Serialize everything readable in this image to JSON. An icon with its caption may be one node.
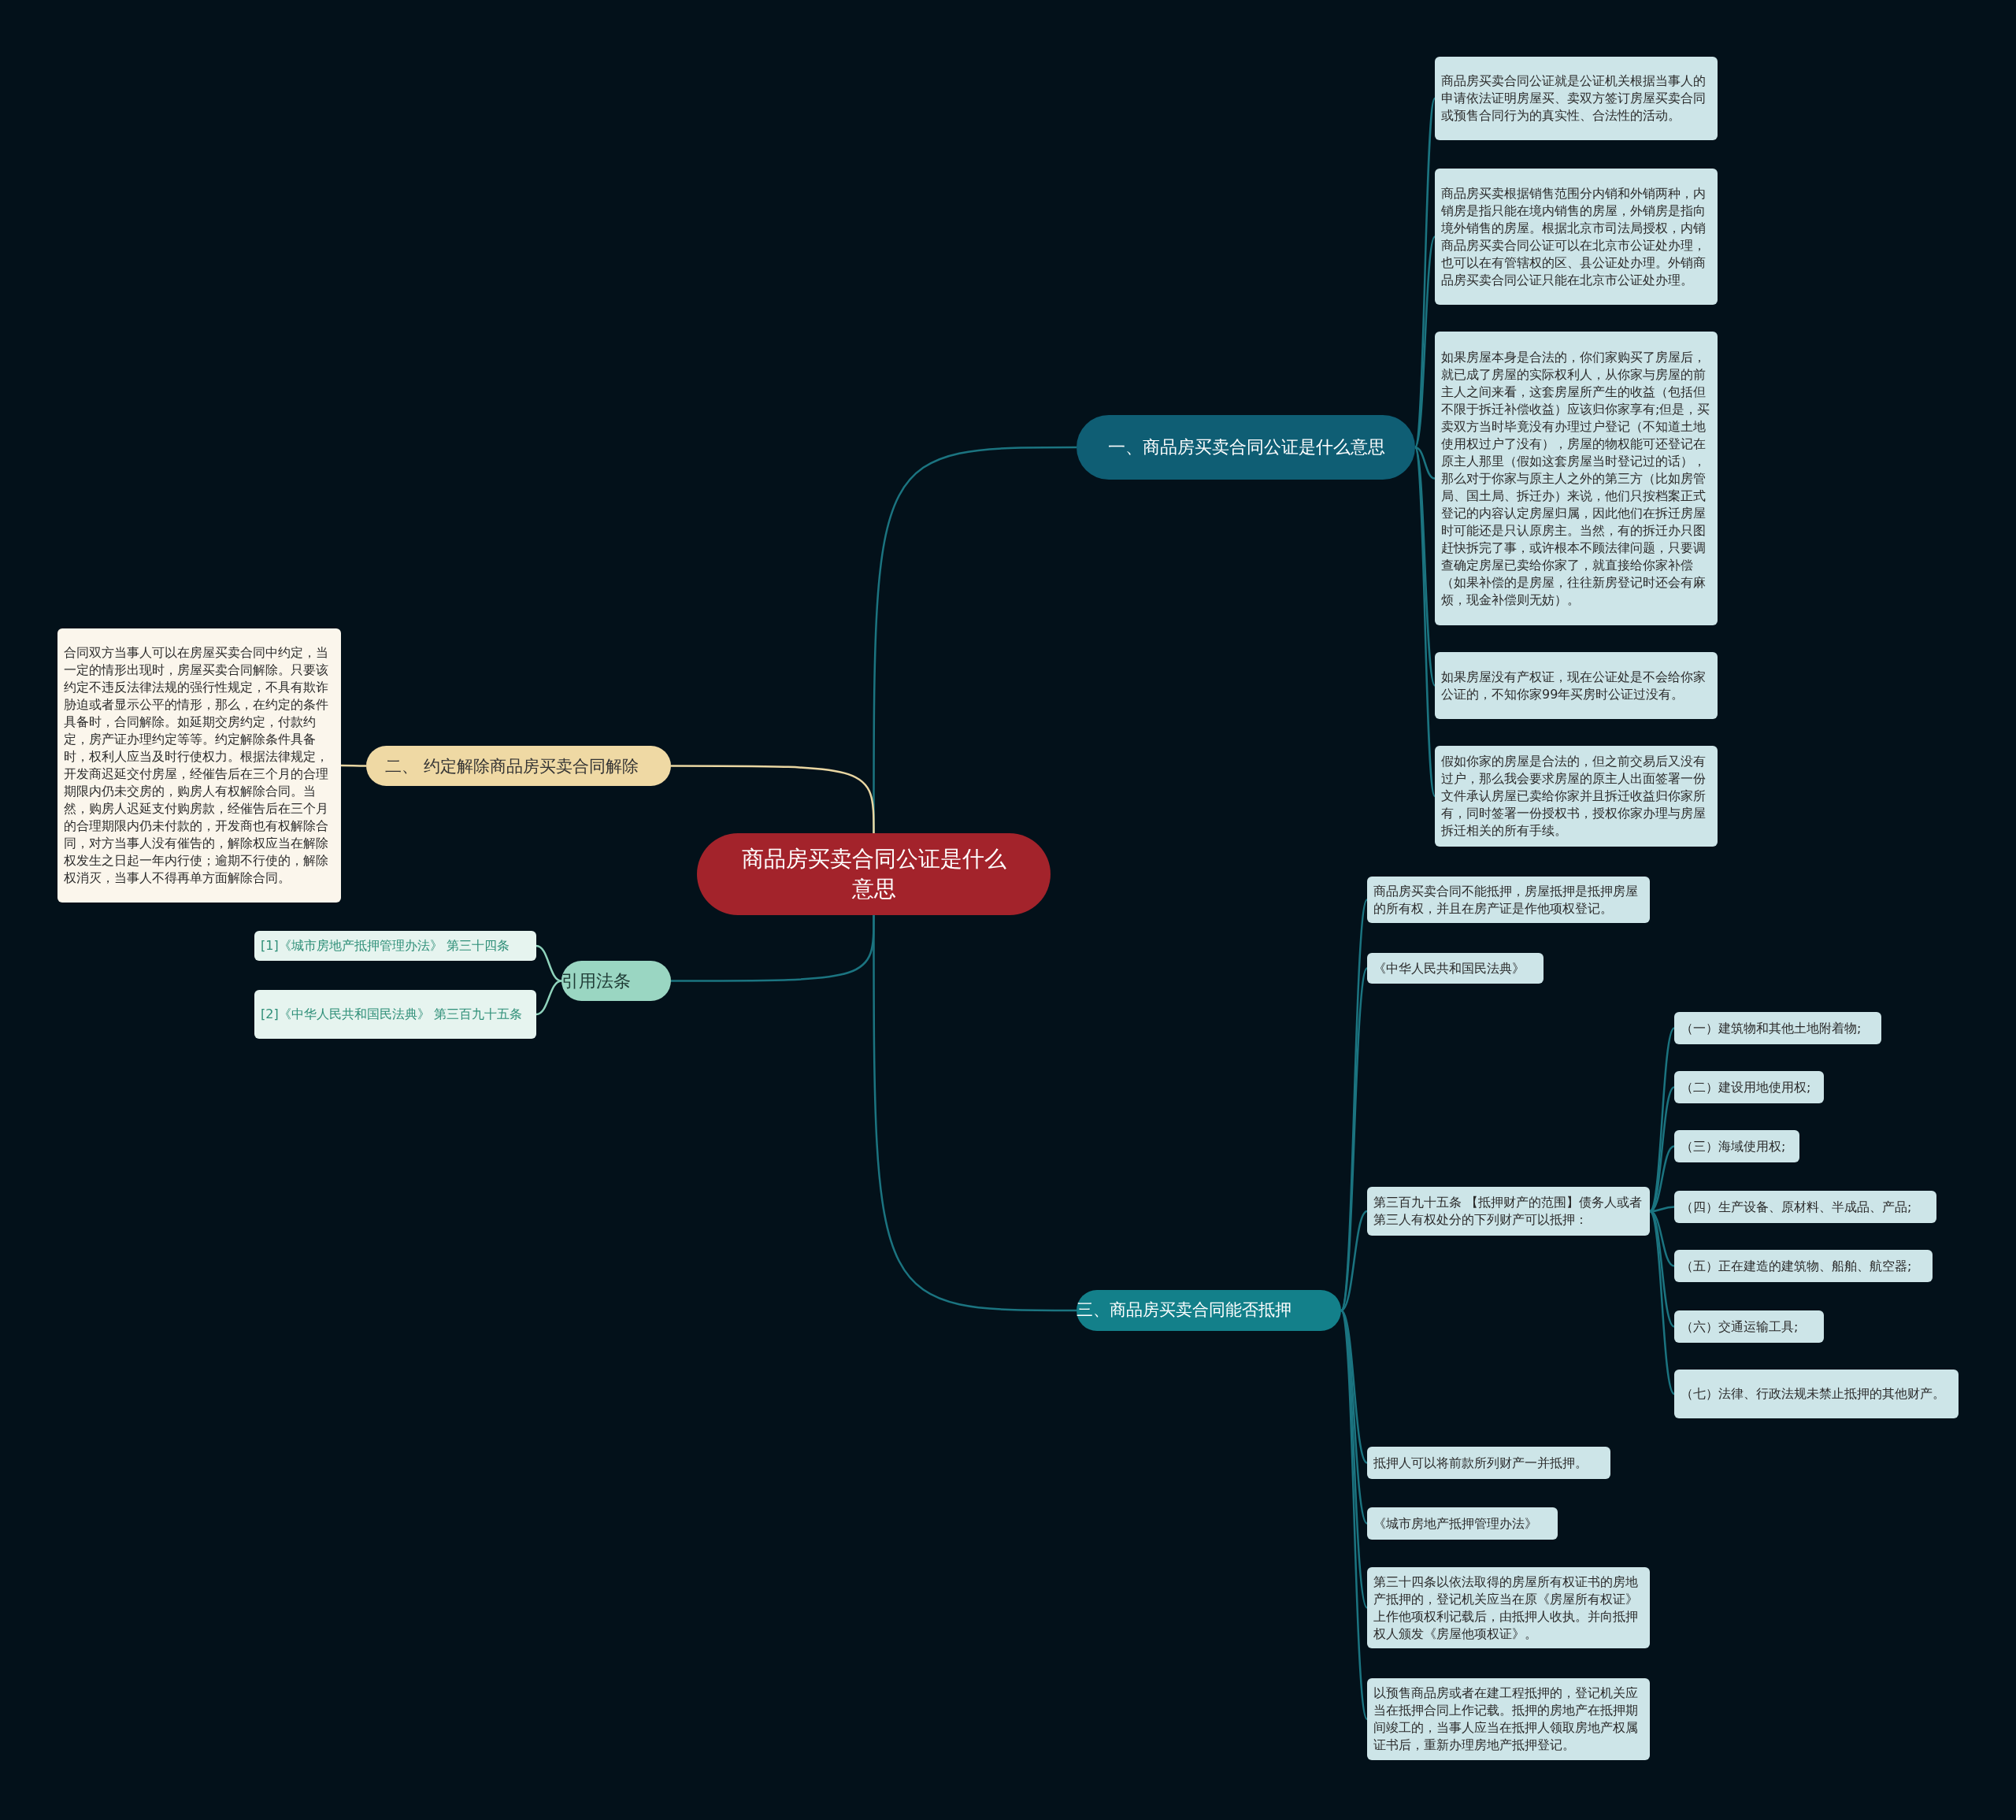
{
  "diagram": {
    "nodes": [
      {
        "text": [
          "商品房买卖合同公证是什么意思"
        ]
      },
      {
        "text": [
          "一、商品房买卖合同公证是什么意思"
        ]
      },
      {
        "text": [
          "商品房买卖合同公证就是公证机关根据当事人的申请依法证明房屋买、卖双方签订房屋买卖合同或预售合同行为的真实性、合法性的活动。"
        ]
      },
      {
        "text": [
          "商品房买卖根据销售范围分内销和外销两种，内销房是指只能在境内销售的房屋，外销房是指向境外销售的房屋。根据北京市司法局授权，内销商品房买卖合同公证可以在北京市公证处办理，也可以在有管辖权的区、县公证处办理。外销商品房买卖合同公证只能在北京市公证处办理。"
        ]
      },
      {
        "text": [
          "如果房屋本身是合法的，你们家购买了房屋后，就已成了房屋的实际权利人，从你家与房屋的前主人之间来看，这套房屋所产生的收益（包括但不限于拆迁补偿收益）应该归你家享有;但是，买卖双方当时毕竟没有办理过户登记（不知道土地使用权过户了没有），房屋的物权能可还登记在原主人那里（假如这套房屋当时登记过的话），那么对于你家与原主人之外的第三方（比如房管局、国土局、拆迁办）来说，他们只按档案正式登记的内容认定房屋归属，因此他们在拆迁房屋时可能还是只认原房主。当然，有的拆迁办只图赶快拆完了事，或许根本不顾法律问题，只要调查确定房屋已卖给你家了，就直接给你家补偿（如果补偿的是房屋，往往新房登记时还会有麻烦，现金补偿则无妨）。"
        ]
      },
      {
        "text": [
          "如果房屋没有产权证，现在公证处是不会给你家公证的，不知你家99年买房时公证过没有。"
        ]
      },
      {
        "text": [
          "假如你家的房屋是合法的，但之前交易后又没有过户，那么我会要求房屋的原主人出面签署一份文件承认房屋已卖给你家并且拆迁收益归你家所有，同时签署一份授权书，授权你家办理与房屋拆迁相关的所有手续。"
        ]
      },
      {
        "text": [
          "二、 约定解除商品房买卖合同解除"
        ]
      },
      {
        "text": [
          "合同双方当事人可以在房屋买卖合同中约定，当一定的情形出现时，房屋买卖合同解除。只要该约定不违反法律法规的强行性规定，不具有欺诈胁迫或者显示公平的情形，那么，在约定的条件具备时，合同解除。如延期交房约定，付款约定，房产证办理约定等等。约定解除条件具备时，权利人应当及时行使权力。根据法律规定，开发商迟延交付房屋，经催告后在三个月的合理期限内仍未交房的，购房人有权解除合同。当然，购房人迟延支付购房款，经催告后在三个月的合理期限内仍未付款的，开发商也有权解除合同，对方当事人没有催告的，解除权应当在解除权发生之日起一年内行使；逾期不行使的，解除权消灭，当事人不得再单方面解除合同。"
        ]
      },
      {
        "text": [
          "引用法条"
        ]
      },
      {
        "text": [
          "[1]《城市房地产抵押管理办法》 第三十四条"
        ]
      },
      {
        "text": [
          "[2]《中华人民共和国民法典》 第三百九十五条"
        ]
      },
      {
        "text": [
          "三、商品房买卖合同能否抵押"
        ]
      },
      {
        "text": [
          "商品房买卖合同不能抵押，房屋抵押是抵押房屋的所有权，并且在房产证是作他项权登记。"
        ]
      },
      {
        "text": [
          "《中华人民共和国民法典》"
        ]
      },
      {
        "text": [
          "第三百九十五条 【抵押财产的范围】债务人或者第三人有权处分的下列财产可以抵押："
        ]
      },
      {
        "text": [
          "（一）建筑物和其他土地附着物;"
        ]
      },
      {
        "text": [
          "（二）建设用地使用权;"
        ]
      },
      {
        "text": [
          "（三）海域使用权;"
        ]
      },
      {
        "text": [
          "（四）生产设备、原材料、半成品、产品;"
        ]
      },
      {
        "text": [
          "（五）正在建造的建筑物、船舶、航空器;"
        ]
      },
      {
        "text": [
          "（六）交通运输工具;"
        ]
      },
      {
        "text": [
          "（七）法律、行政法规未禁止抵押的其他财产。"
        ]
      },
      {
        "text": [
          "抵押人可以将前款所列财产一并抵押。"
        ]
      },
      {
        "text": [
          "《城市房地产抵押管理办法》"
        ]
      },
      {
        "text": [
          "第三十四条以依法取得的房屋所有权证书的房地产抵押的，登记机关应当在原《房屋所有权证》上作他项权利记载后，由抵押人收执。并向抵押权人颁发《房屋他项权证》。"
        ]
      },
      {
        "text": [
          "以预售商品房或者在建工程抵押的，登记机关应当在抵押合同上作记载。抵押的房地产在抵押期间竣工的，当事人应当在抵押人领取房地产权属证书后，重新办理房地产抵押登记。"
        ]
      }
    ],
    "edges": [
      {
        "from": 0,
        "to": 1,
        "arrow": "none"
      },
      {
        "from": 0,
        "to": 7,
        "arrow": "none",
        "color": "#e9d6a2"
      },
      {
        "from": 0,
        "to": 9,
        "arrow": "none"
      },
      {
        "from": 0,
        "to": 12,
        "arrow": "none"
      },
      {
        "from": 1,
        "to": 2,
        "arrow": "none"
      },
      {
        "from": 1,
        "to": 3,
        "arrow": "none"
      },
      {
        "from": 1,
        "to": 4,
        "arrow": "none"
      },
      {
        "from": 1,
        "to": 5,
        "arrow": "none"
      },
      {
        "from": 1,
        "to": 6,
        "arrow": "none"
      },
      {
        "from": 7,
        "to": 8,
        "arrow": "none",
        "color": "#e9d6a2"
      },
      {
        "from": 9,
        "to": 10,
        "arrow": "none",
        "color": "#8fd3bc"
      },
      {
        "from": 9,
        "to": 11,
        "arrow": "none",
        "color": "#8fd3bc"
      },
      {
        "from": 12,
        "to": 13,
        "arrow": "none"
      },
      {
        "from": 12,
        "to": 14,
        "arrow": "none"
      },
      {
        "from": 12,
        "to": 15,
        "arrow": "none"
      },
      {
        "from": 15,
        "to": 16,
        "arrow": "none"
      },
      {
        "from": 15,
        "to": 17,
        "arrow": "none"
      },
      {
        "from": 15,
        "to": 18,
        "arrow": "none"
      },
      {
        "from": 15,
        "to": 19,
        "arrow": "none"
      },
      {
        "from": 15,
        "to": 20,
        "arrow": "none"
      },
      {
        "from": 15,
        "to": 21,
        "arrow": "none"
      },
      {
        "from": 15,
        "to": 22,
        "arrow": "none"
      },
      {
        "from": 12,
        "to": 23,
        "arrow": "none"
      },
      {
        "from": 12,
        "to": 24,
        "arrow": "none"
      },
      {
        "from": 12,
        "to": 25,
        "arrow": "none"
      },
      {
        "from": 12,
        "to": 26,
        "arrow": "none"
      }
    ]
  }
}
